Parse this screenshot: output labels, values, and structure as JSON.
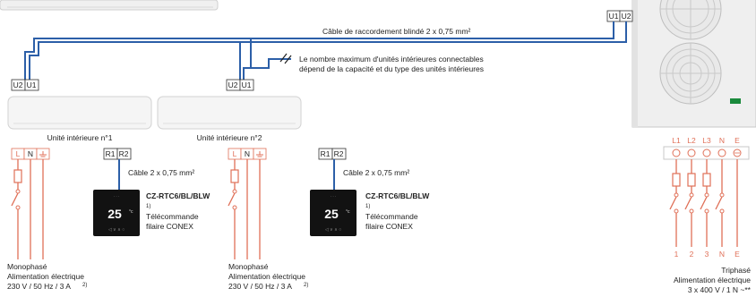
{
  "cable_main": "Câble de raccordement blindé 2 x 0,75 mm²",
  "note": {
    "line1": "Le nombre maximum d'unités intérieures connectables",
    "line2": "dépend de la capacité et du type des unités intérieures"
  },
  "terminals": {
    "u1": "U1",
    "u2": "U2",
    "r1": "R1",
    "r2": "R2",
    "l": "L",
    "n": "N",
    "l1": "L1",
    "l2": "L2",
    "l3": "L3",
    "e": "E",
    "one": "1",
    "two": "2",
    "three": "3"
  },
  "indoor_units": [
    {
      "label": "Unité intérieure n°1"
    },
    {
      "label": "Unité intérieure n°2"
    }
  ],
  "remote": {
    "cable": "Câble 2 x 0,75 mm²",
    "model": "CZ-RTC6/BL/BLW",
    "footnote": "1)",
    "desc1": "Télécommande",
    "desc2": "filaire CONEX",
    "display": "25",
    "display_unit": "°c"
  },
  "power_single": {
    "phase": "Monophasé",
    "title": "Alimentation électrique",
    "spec": "230 V / 50 Hz / 3 A",
    "footnote": "2)"
  },
  "power_three": {
    "phase": "Triphasé",
    "title": "Alimentation électrique",
    "spec": "3 x 400 V / 1 N ~**"
  },
  "colors": {
    "wire_red": "#e07058",
    "cable_blue": "#2c5fa8",
    "ground_green": "#1a8a3c"
  }
}
